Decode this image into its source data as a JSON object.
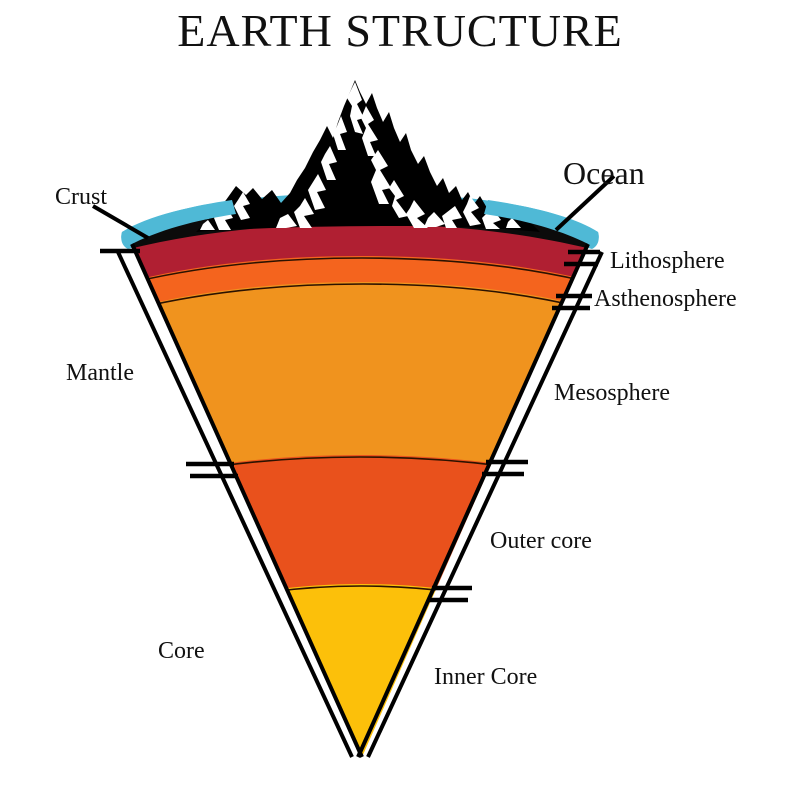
{
  "title": "EARTH STRUCTURE",
  "figure": {
    "kind": "earth-cross-section-wedge",
    "background_color": "#ffffff"
  },
  "layers": [
    {
      "key": "ocean",
      "name": "Ocean",
      "color": "#4FB9D6"
    },
    {
      "key": "crust",
      "name": "Crust",
      "color": "#0B0B0B"
    },
    {
      "key": "lithosphere",
      "name": "Lithosphere",
      "color": "#B01F32"
    },
    {
      "key": "asthenosphere",
      "name": "Asthenosphere",
      "color": "#F4641E"
    },
    {
      "key": "mesosphere",
      "name": "Mesosphere",
      "color": "#F0931E"
    },
    {
      "key": "outer-core",
      "name": "Outer core",
      "color": "#E9511C"
    },
    {
      "key": "inner-core",
      "name": "Inner Core",
      "color": "#FCC00A"
    }
  ],
  "labels": {
    "left": [
      {
        "key": "crust",
        "text": "Crust",
        "size": "md"
      },
      {
        "key": "mantle",
        "text": "Mantle",
        "size": "md"
      },
      {
        "key": "core",
        "text": "Core",
        "size": "md"
      }
    ],
    "right": [
      {
        "key": "ocean",
        "text": "Ocean",
        "size": "lg"
      },
      {
        "key": "lithosphere",
        "text": "Lithosphere",
        "size": "md"
      },
      {
        "key": "asthenosphere",
        "text": "Asthenosphere",
        "size": "md"
      },
      {
        "key": "mesosphere",
        "text": "Mesosphere",
        "size": "md"
      },
      {
        "key": "outer_core",
        "text": "Outer core",
        "size": "md"
      },
      {
        "key": "inner_core",
        "text": "Inner Core",
        "size": "md"
      }
    ]
  },
  "illustration": {
    "mountain": "mountain-range-silhouette",
    "mountain_color": "#000000",
    "snow_color": "#ffffff"
  },
  "colors": {
    "outline": "#000000",
    "text": "#111111",
    "ocean": "#4FB9D6",
    "crust": "#0B0B0B",
    "lithosphere": "#B01F32",
    "asthenosphere": "#F4641E",
    "mesosphere": "#F0931E",
    "outer_core": "#E9511C",
    "inner_core": "#FCC00A"
  }
}
